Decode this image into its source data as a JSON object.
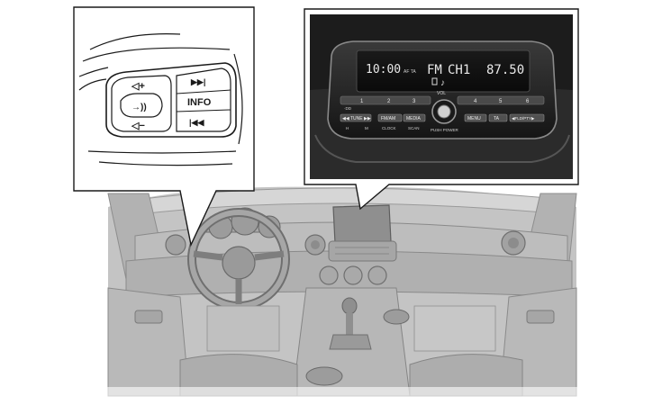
{
  "steering_switch": {
    "volume_up": "◁+",
    "voice": "→))",
    "volume_down": "◁−",
    "next_track": "▶▶|",
    "info": "INFO",
    "prev_track": "|◀◀"
  },
  "audio_unit": {
    "display": {
      "clock": "10:00",
      "af_ta": "AF TA",
      "band": "FM",
      "channel": "CH1",
      "frequency": "87.50",
      "note_icon": "♪"
    },
    "preset_buttons": [
      "1",
      "2",
      "3",
      "4",
      "5",
      "6"
    ],
    "sub_label_1": "·DD",
    "vol_label": "VOL",
    "push_power_label": "PUSH POWER",
    "buttons": {
      "tune": "◀◀ TUNE ▶▶",
      "fm_am": "FM/AM",
      "media": "MEDIA",
      "menu": "MENU",
      "ta": "TA",
      "fld_ptyt": "◀FLD/PTY▶"
    },
    "sub_labels": {
      "h": "H",
      "m": "M",
      "clock": "CLOCK",
      "scan": "SCAN"
    }
  }
}
